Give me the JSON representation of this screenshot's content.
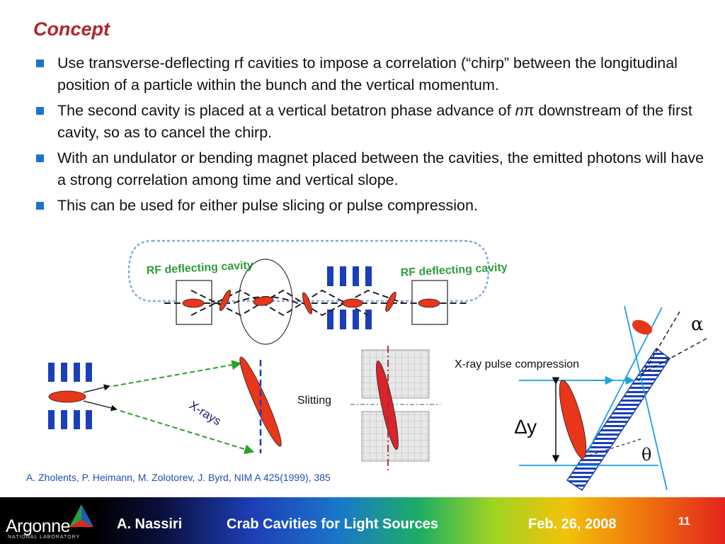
{
  "slide": {
    "title": "Concept",
    "bullets": [
      {
        "text": "Use transverse-deflecting rf cavities to impose a correlation  (“chirp” between the longitudinal position of a particle within the bunch and the vertical momentum."
      },
      {
        "text": "The second cavity is placed at a vertical betatron phase advance of ",
        "italic": "n",
        "symbol": "π",
        "text_after": " downstream of the first cavity, so as to cancel the chirp."
      },
      {
        "text": "With an undulator or bending magnet placed between the cavities, the emitted photons will have a strong correlation among time and vertical slope."
      },
      {
        "text": "This can be used for either pulse slicing or pulse compression."
      }
    ],
    "bullet_color": "#1e73c8",
    "title_color": "#b0252e"
  },
  "diagram": {
    "rf_label_left": "RF deflecting cavity",
    "rf_label_right": "RF deflecting cavity",
    "xrays_label": "X-rays",
    "slitting_label": "Slitting",
    "compression_label": "X-ray pulse compression",
    "delta_y_label": "∆y",
    "alpha_label": "α",
    "theta_label": "θ",
    "citation": "A. Zholents, P. Heimann, M. Zolotorev, J. Byrd, NIM A 425(1999), 385",
    "colors": {
      "bunch": "#e8361a",
      "magnet": "#1a3fb8",
      "beam": "#1aa0e8",
      "rf_label": "#2e9e3a",
      "dashed_green": "#2aa02a"
    }
  },
  "footer": {
    "logo_text": "Argonne",
    "logo_sub": "NATIONAL LABORATORY",
    "author": "A. Nassiri",
    "talk_title": "Crab Cavities for Light Sources",
    "date": "Feb. 26, 2008",
    "page": "11"
  }
}
